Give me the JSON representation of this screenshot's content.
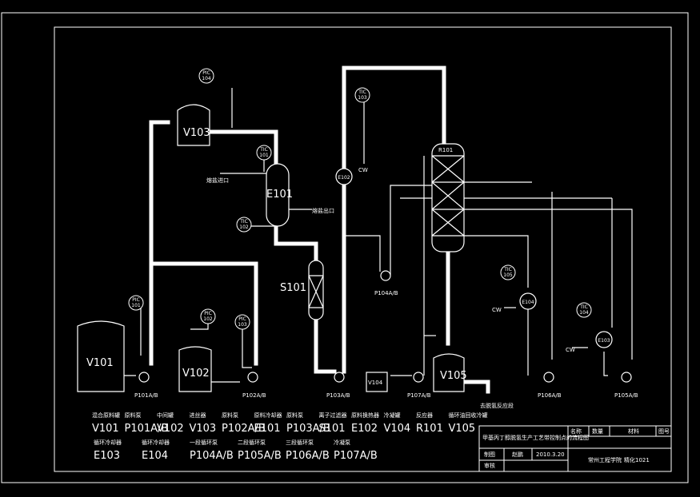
{
  "equipment": {
    "V101": "V101",
    "V102": "V102",
    "V103": "V103",
    "V104": "V104",
    "V105": "V105",
    "E101": "E101",
    "E102": "E102",
    "E103": "E103",
    "E104": "E104",
    "S101": "S101",
    "R101": "R101",
    "P101": "P101A/B",
    "P102": "P102A/B",
    "P103": "P103A/B",
    "P104": "P104A/B",
    "P105": "P105A/B",
    "P106": "P106A/B",
    "P107": "P107A/B"
  },
  "instruments": {
    "PIC104": [
      "PIC",
      "104"
    ],
    "TIC101": [
      "TIC",
      "101"
    ],
    "TIC102": [
      "TIC",
      "102"
    ],
    "TIC103": [
      "TIC",
      "103"
    ],
    "PIC101": [
      "PIC",
      "101"
    ],
    "PIC102": [
      "PIC",
      "102"
    ],
    "PIC103": [
      "PIC",
      "103"
    ],
    "TIC105": [
      "TIC",
      "105"
    ],
    "TIC104": [
      "TIC",
      "104"
    ]
  },
  "streams": {
    "steam_in": "熔盐进口",
    "steam_out": "熔盐出口",
    "cw1": "CW",
    "cw2": "CW",
    "cw3": "CW",
    "product_out": "去脱氢反应段"
  },
  "legend": {
    "row1": [
      {
        "cn": "混合原料罐",
        "code": "V101"
      },
      {
        "cn": "原料泵",
        "code": "P101A/B"
      },
      {
        "cn": "中间罐",
        "code": "V102"
      },
      {
        "cn": "进丝器",
        "code": "V103"
      },
      {
        "cn": "原料泵",
        "code": "P102A/B"
      },
      {
        "cn": "原料冷却器",
        "code": "E101"
      },
      {
        "cn": "原料泵",
        "code": "P103A/B"
      },
      {
        "cn": "离子过滤器",
        "code": "S101"
      },
      {
        "cn": "原料换热器",
        "code": "E102"
      },
      {
        "cn": "冷凝罐",
        "code": "V104"
      },
      {
        "cn": "反应器",
        "code": "R101"
      },
      {
        "cn": "循环油回收冷罐",
        "code": "V105"
      }
    ],
    "row2": [
      {
        "cn": "循环冷却器",
        "code": "E103"
      },
      {
        "cn": "循环冷却器",
        "code": "E104"
      },
      {
        "cn": "一段循环泵",
        "code": "P104A/B"
      },
      {
        "cn": "二段循环泵",
        "code": "P105A/B"
      },
      {
        "cn": "三段循环泵",
        "code": "P106A/B"
      },
      {
        "cn": "冷凝泵",
        "code": "P107A/B"
      }
    ]
  },
  "title_block": {
    "project": "甲基丙丁醇脱氢生产工艺带控制点的流程图",
    "col_h1": "名称",
    "col_h2": "数量",
    "col_h3": "材料",
    "col_h4": "图号",
    "drawn_label": "制图",
    "drawn_name": "赵鹏",
    "drawn_date": "2010.3.20",
    "check_label": "审核",
    "school": "常州工程学院",
    "class": "精化1021"
  }
}
